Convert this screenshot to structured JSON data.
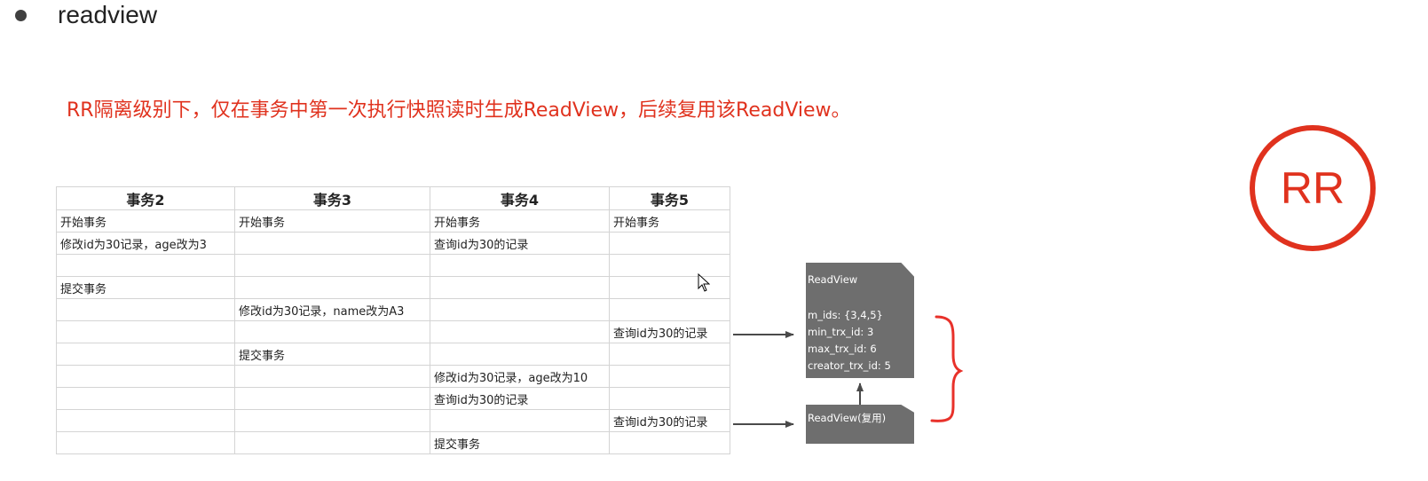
{
  "bullet": {
    "title": "readview"
  },
  "note": "RR隔离级别下，仅在事务中第一次执行快照读时生成ReadView，后续复用该ReadView。",
  "badge": "RR",
  "table": {
    "headers": [
      "事务2",
      "事务3",
      "事务4",
      "事务5"
    ],
    "rows": [
      [
        "开始事务",
        "开始事务",
        "开始事务",
        "开始事务"
      ],
      [
        "修改id为30记录，age改为3",
        "",
        "查询id为30的记录",
        ""
      ],
      [
        "",
        "",
        "",
        ""
      ],
      [
        "提交事务",
        "",
        "",
        ""
      ],
      [
        "",
        "修改id为30记录，name改为A3",
        "",
        ""
      ],
      [
        "",
        "",
        "",
        "查询id为30的记录"
      ],
      [
        "",
        "提交事务",
        "",
        ""
      ],
      [
        "",
        "",
        "修改id为30记录，age改为10",
        ""
      ],
      [
        "",
        "",
        "查询id为30的记录",
        ""
      ],
      [
        "",
        "",
        "",
        "查询id为30的记录"
      ],
      [
        "",
        "",
        "提交事务",
        ""
      ]
    ]
  },
  "readview": {
    "title": "ReadView",
    "m_ids": "m_ids: {3,4,5}",
    "min_trx_id": "min_trx_id: 3",
    "max_trx_id": "max_trx_id: 6",
    "creator_trx_id": "creator_trx_id: 5"
  },
  "readview_reuse": "ReadView(复用)",
  "colors": {
    "accent_red": "#e0321e",
    "box_gray": "#6e6e6e",
    "arrow": "#4a4a4a"
  }
}
